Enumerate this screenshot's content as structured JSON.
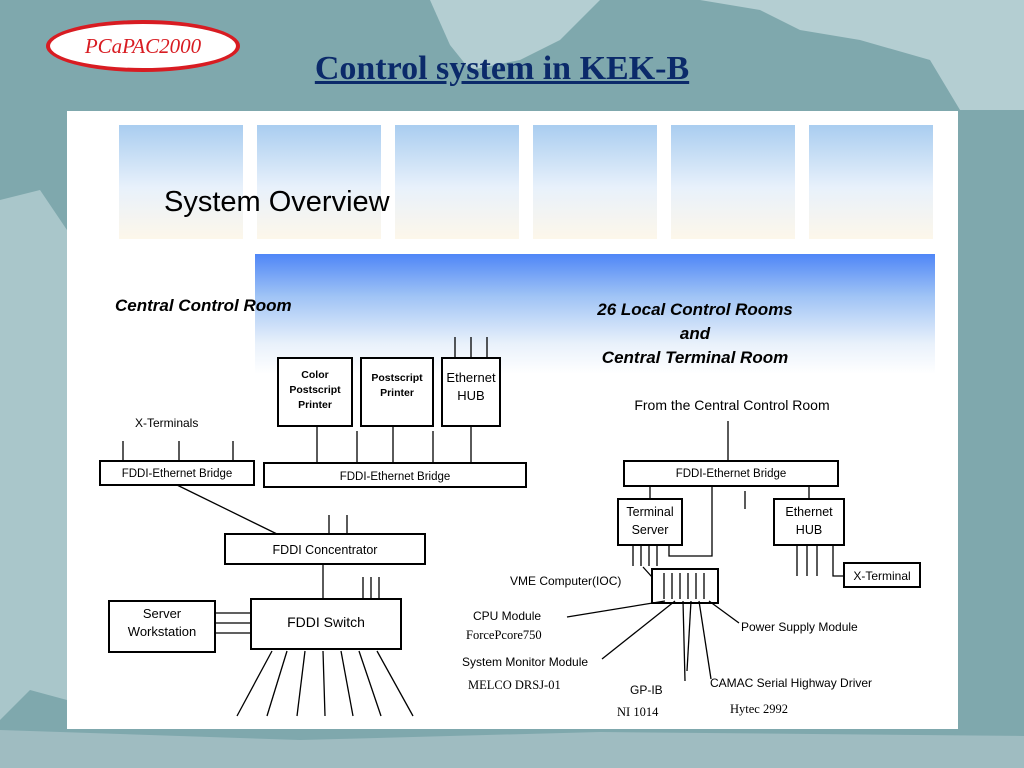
{
  "logo": {
    "text": "PCaPAC2000"
  },
  "slide_title": "Control system in KEK-B",
  "diagram": {
    "heading": "System Overview",
    "central_room": {
      "title": "Central Control Room",
      "color_printer": [
        "Color",
        "Postscript",
        "Printer"
      ],
      "ps_printer": [
        "Postscript",
        "Printer"
      ],
      "ethernet_hub": [
        "Ethernet",
        "HUB"
      ],
      "x_terminals": "X-Terminals",
      "bridge_left": "FDDI-Ethernet Bridge",
      "bridge_main": "FDDI-Ethernet Bridge",
      "concentrator": "FDDI Concentrator",
      "server": [
        "Server",
        "Workstation"
      ],
      "switch": "FDDI Switch"
    },
    "local_rooms": {
      "title_lines": [
        "26 Local Control Rooms",
        "and",
        "Central Terminal Room"
      ],
      "from_label": "From the Central Control Room",
      "bridge": "FDDI-Ethernet Bridge",
      "terminal_server": [
        "Terminal",
        "Server"
      ],
      "ethernet_hub": [
        "Ethernet",
        "HUB"
      ],
      "x_terminal": "X-Terminal",
      "vme": "VME Computer(IOC)",
      "cpu": "CPU  Module",
      "cpu_sub": "ForcePcore750",
      "sysmon": "System Monitor Module",
      "sysmon_sub": "MELCO DRSJ-01",
      "gpib": "GP-IB",
      "gpib_sub": "NI 1014",
      "power": "Power Supply Module",
      "camac": "CAMAC  Serial Highway Driver",
      "camac_sub": "Hytec 2992"
    }
  },
  "colors": {
    "background": "#7fa8ad",
    "title": "#0b2a6a",
    "logo_red": "#d81c22",
    "sky_blue": "#4f86f7"
  }
}
